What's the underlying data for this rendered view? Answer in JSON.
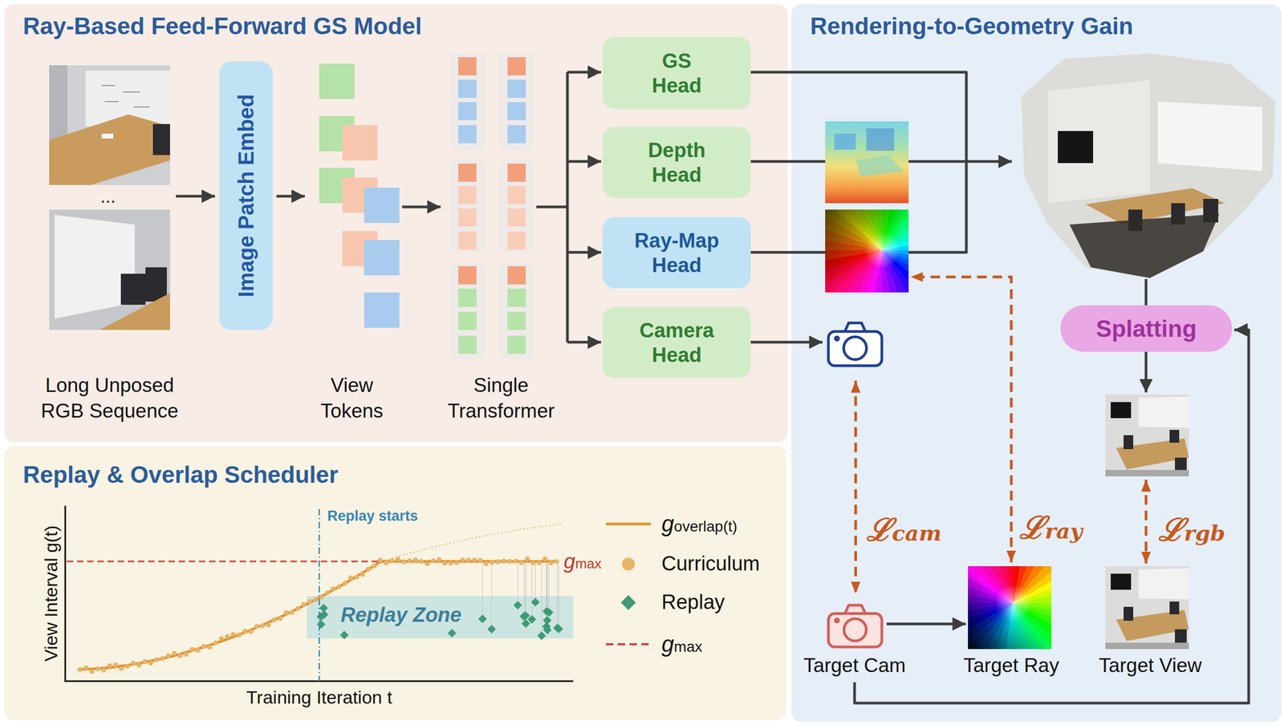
{
  "diagram": {
    "nodes": [
      {
        "text": [
          "Ray-Based Feed-Forward GS Model"
        ]
      },
      {
        "text": [
          "Image Patch Embed"
        ],
        "in": 0
      },
      {
        "text": [
          "GS Head"
        ],
        "in": 0
      },
      {
        "text": [
          "Depth Head"
        ],
        "in": 0
      },
      {
        "text": [
          "Ray-Map Head"
        ],
        "in": 0
      },
      {
        "text": [
          "Camera Head"
        ],
        "in": 0
      },
      {
        "text": [
          "Rendering-to-Geometry Gain"
        ]
      },
      {
        "text": [
          "Splatting"
        ],
        "in": 6
      },
      {
        "text": [
          "Replay & Overlap Scheduler"
        ]
      }
    ],
    "labels": [
      "...",
      "Long Unposed RGB Sequence",
      "View Tokens",
      "Single Transformer",
      "ℒcam",
      "ℒray",
      "ℒrgb",
      "Target Cam",
      "Target Ray",
      "Target View",
      "Replay starts",
      "Replay Zone",
      "gmax",
      "View Interval g(t)",
      "Training Iteration t"
    ],
    "legend": [
      {
        "text": "goverlap(t)"
      },
      {
        "text": "Curriculum"
      },
      {
        "text": "Replay"
      },
      {
        "text": "gmax"
      }
    ]
  }
}
